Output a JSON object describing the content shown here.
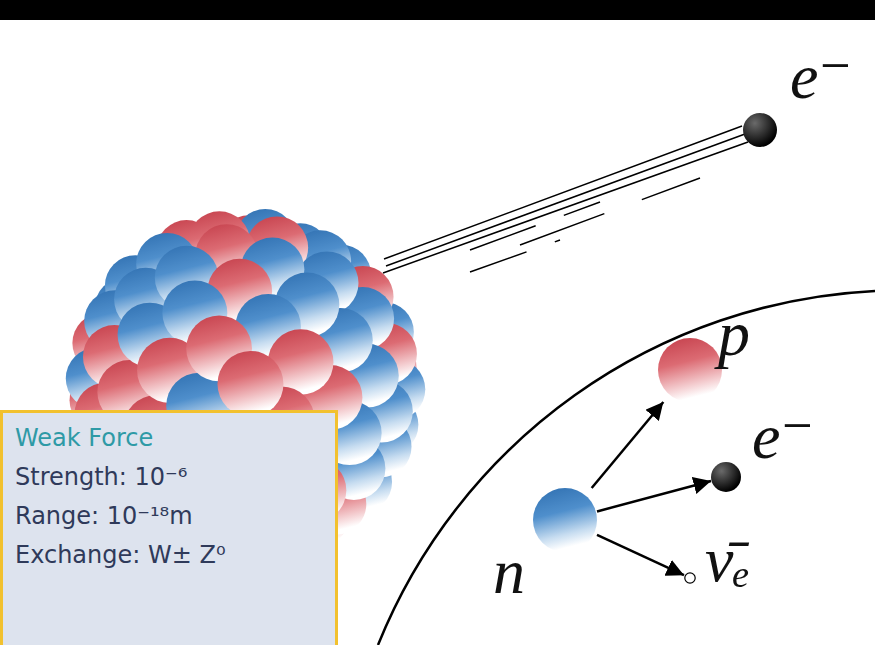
{
  "diagram": {
    "nodes": [
      {
        "text": [
          "e⁻"
        ]
      },
      {
        "text": [
          "p"
        ]
      },
      {
        "text": [
          "e⁻"
        ]
      },
      {
        "text": [
          "n"
        ]
      },
      {
        "text": [
          "ν̄ₑ"
        ]
      },
      {
        "text": [
          "Weak Force",
          "Strength: 10⁻⁶",
          "Range: 10⁻¹⁸m",
          "Exchange: W± Z⁰"
        ]
      }
    ],
    "edges": [
      {
        "from": 3,
        "to": 1,
        "arrow": "to"
      },
      {
        "from": 3,
        "to": 2,
        "arrow": "to"
      },
      {
        "from": 3,
        "to": 4,
        "arrow": "to"
      }
    ]
  }
}
